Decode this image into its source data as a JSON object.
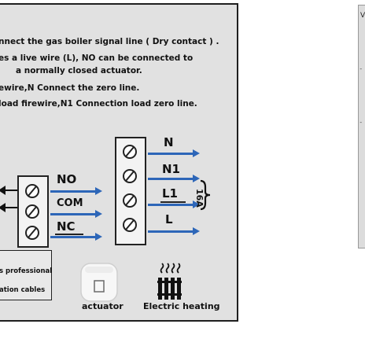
{
  "instructions": [
    "nnect the gas boiler signal line ( Dry contact ) .",
    "es a live wire (L), NO can be connected to",
    "a normally closed actuator.",
    "ewire,N Connect the zero line.",
    "load firewire,N1 Connection load zero line."
  ],
  "left_terminals": [
    "NO",
    "COM",
    "NC"
  ],
  "right_terminals": [
    "N",
    "N1",
    "L1",
    "L"
  ],
  "rating_label": "16A",
  "note_lines": [
    "s professional",
    "ation cables"
  ],
  "captions": {
    "actuator": "actuator",
    "heater": "Electric heating"
  },
  "side_panel_letter": "V",
  "colors": {
    "panel": "#e1e1e1",
    "arrow": "#2d66b8"
  },
  "icons": [
    "screw-terminal-icon",
    "actuator-icon",
    "radiator-icon"
  ]
}
